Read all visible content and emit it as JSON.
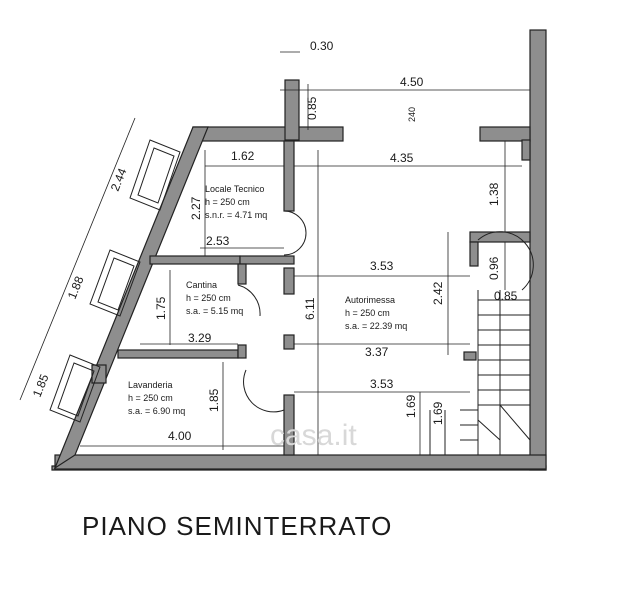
{
  "title": "PIANO SEMINTERRATO",
  "watermark": "casa.it",
  "rooms": [
    {
      "name": "Locale Tecnico",
      "height": "h = 250 cm",
      "area": "s.n.r. = 4.71 mq"
    },
    {
      "name": "Cantina",
      "height": "h = 250 cm",
      "area": "s.a. = 5.15 mq"
    },
    {
      "name": "Lavanderia",
      "height": "h = 250 cm",
      "area": "s.a. = 6.90 mq"
    },
    {
      "name": "Autorimessa",
      "height": "h = 250 cm",
      "area": "s.a. = 22.39 mq"
    }
  ],
  "dimensions": {
    "d030": "0.30",
    "d450": "4.50",
    "d085": "0.85",
    "d162": "1.62",
    "d435": "4.35",
    "d227": "2.27",
    "d138": "1.38",
    "d253": "2.53",
    "d244": "2.44",
    "d353a": "3.53",
    "d096": "0.96",
    "d188": "1.88",
    "d175": "1.75",
    "d611": "6.11",
    "d242": "2.42",
    "d085b": "0.85",
    "d329": "3.29",
    "d337": "3.37",
    "d185": "1.85",
    "d353b": "3.53",
    "d185b": "1.85",
    "d169": "1.69",
    "d169b": "1.69",
    "d400": "4.00",
    "d240": "240"
  }
}
